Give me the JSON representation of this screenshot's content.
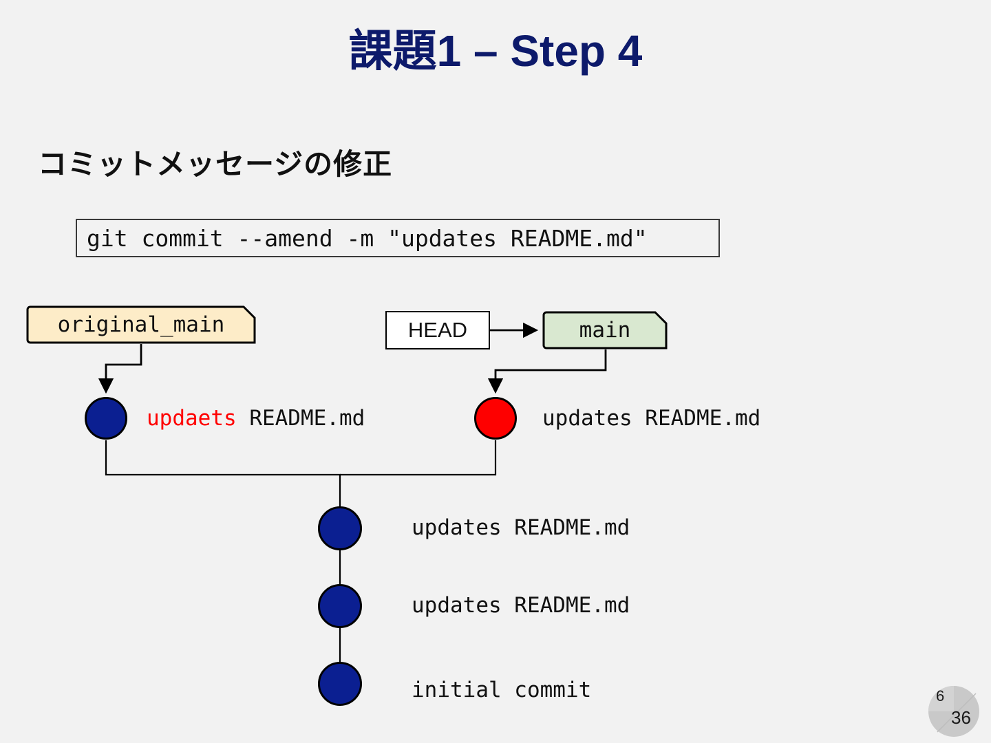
{
  "slide": {
    "title": "課題1 – Step 4",
    "subtitle": "コミットメッセージの修正",
    "title_color": "#0d1a6b",
    "background_color": "#f2f2f2"
  },
  "command": {
    "text": "git commit --amend -m \"updates README.md\""
  },
  "refs": [
    {
      "name": "tag-original-main",
      "label": "original_main",
      "fill": "#fdecc8",
      "shape": "notched-tag"
    },
    {
      "name": "box-head",
      "label": "HEAD",
      "fill": "#ffffff",
      "shape": "rectangle"
    },
    {
      "name": "tag-main",
      "label": "main",
      "fill": "#d9e8d0",
      "shape": "notched-tag"
    }
  ],
  "commits": [
    {
      "id": "orphan",
      "color": "#0b1f91",
      "message_typo": "updaets",
      "message_rest": " README.md"
    },
    {
      "id": "amended",
      "color": "#fe0000",
      "message": "updates README.md"
    },
    {
      "id": "third",
      "color": "#0b1f91",
      "message": "updates README.md"
    },
    {
      "id": "second",
      "color": "#0b1f91",
      "message": "updates README.md"
    },
    {
      "id": "first",
      "color": "#0b1f91",
      "message": "initial commit"
    }
  ],
  "page": {
    "current": "6",
    "total": "36"
  }
}
